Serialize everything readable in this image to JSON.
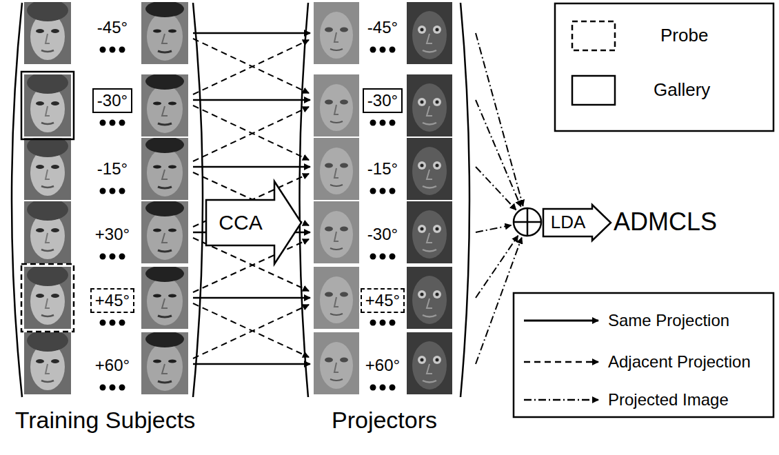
{
  "diagram": {
    "nodes": [
      {
        "text": [
          "Training Subjects"
        ]
      },
      {
        "text": [
          "-30°"
        ],
        "in": 0
      },
      {
        "text": [
          "+45°"
        ],
        "in": 0
      },
      {
        "text": [
          "CCA"
        ]
      },
      {
        "text": [
          "Projectors"
        ]
      },
      {
        "text": [
          "-30°"
        ],
        "in": 4
      },
      {
        "text": [
          "+45°"
        ],
        "in": 4
      },
      {
        "text": [
          "LDA"
        ]
      }
    ],
    "labels": [
      "-45°",
      "-15°",
      "+30°",
      "+60°",
      "-45°",
      "-15°",
      "-30°",
      "+60°",
      "ADMCLS"
    ],
    "legend": [
      {
        "text": "Probe"
      },
      {
        "text": "Gallery"
      },
      {
        "text": "Same Projection"
      },
      {
        "text": "Adjacent Projection"
      },
      {
        "text": "Projected Image"
      }
    ]
  }
}
